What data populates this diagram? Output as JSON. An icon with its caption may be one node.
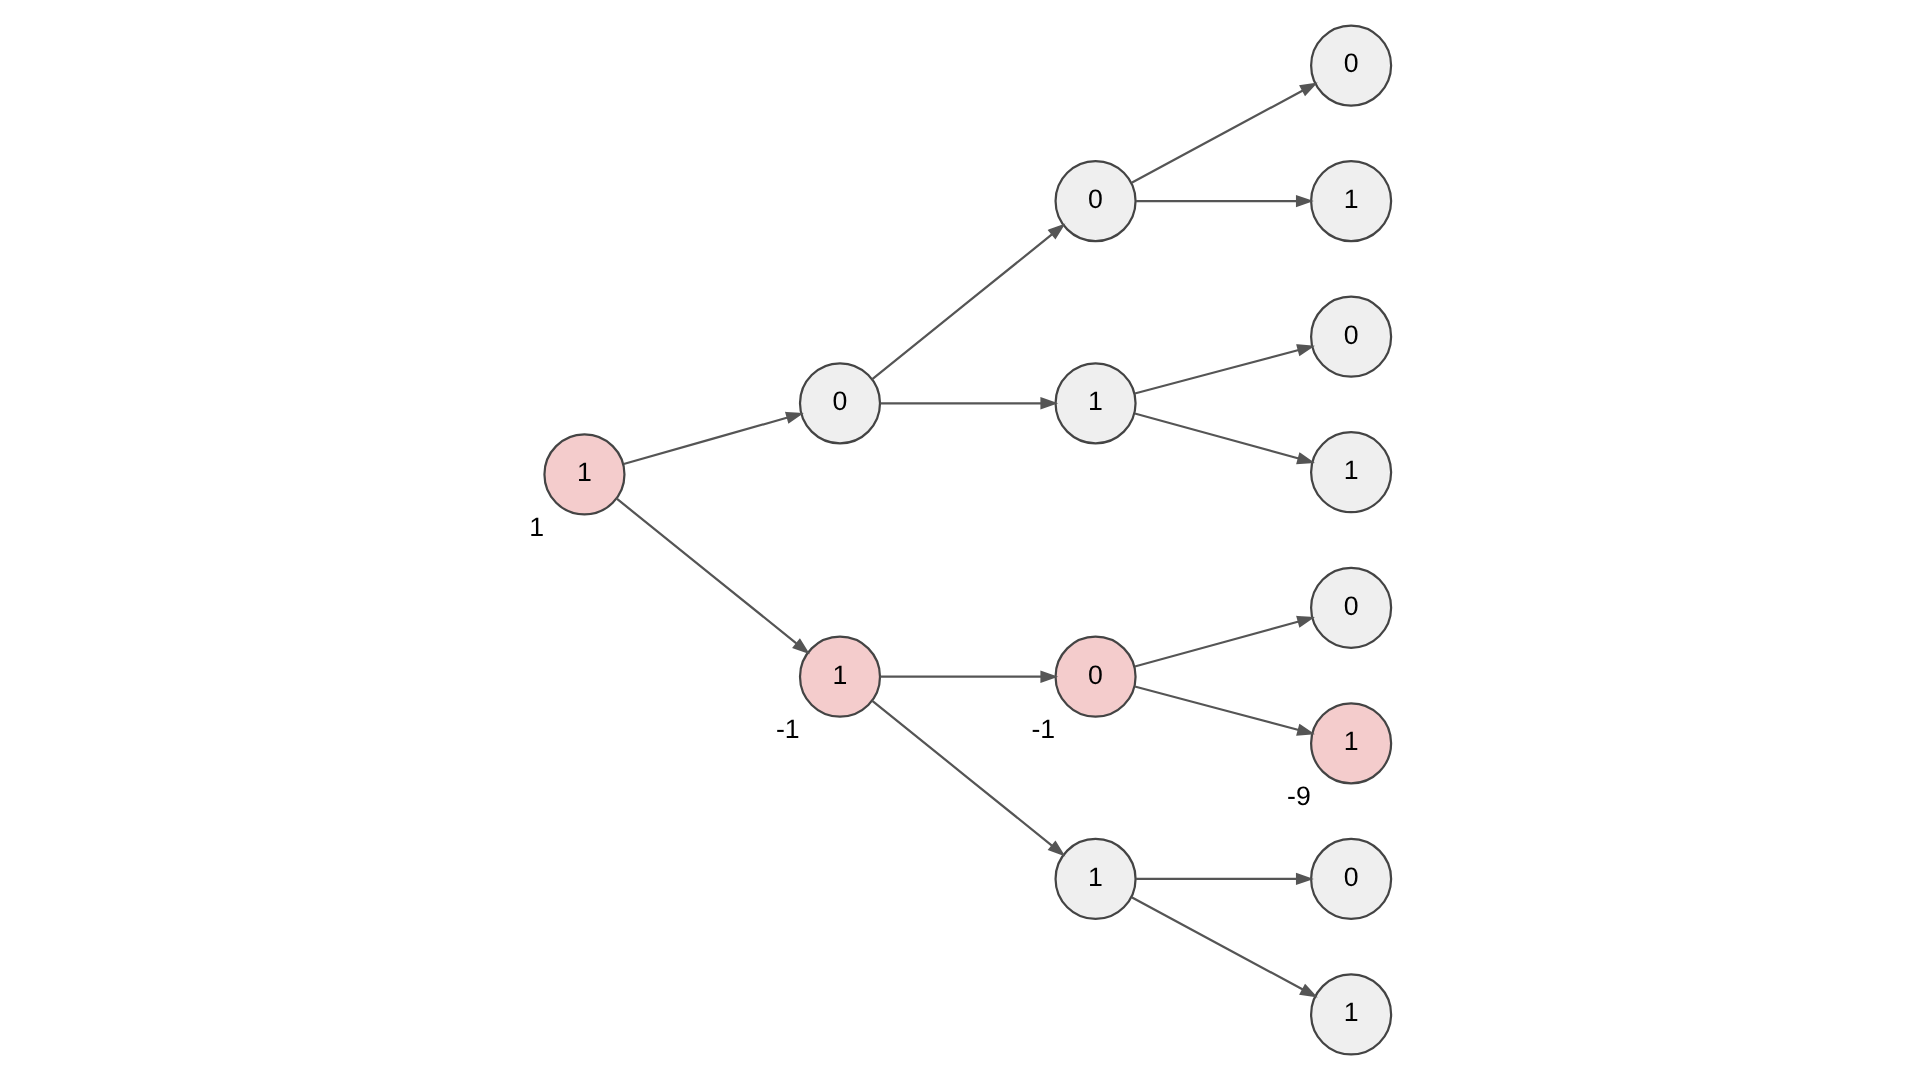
{
  "diagram": {
    "nodes": [
      {
        "text": [
          "1"
        ],
        "beside": [
          "1"
        ]
      },
      {
        "text": [
          "0"
        ]
      },
      {
        "text": [
          "1"
        ],
        "beside": [
          "-1"
        ]
      },
      {
        "text": [
          "0"
        ]
      },
      {
        "text": [
          "1"
        ]
      },
      {
        "text": [
          "0"
        ],
        "beside": [
          "-1"
        ]
      },
      {
        "text": [
          "1"
        ]
      },
      {
        "text": [
          "0"
        ]
      },
      {
        "text": [
          "1"
        ]
      },
      {
        "text": [
          "0"
        ]
      },
      {
        "text": [
          "1"
        ]
      },
      {
        "text": [
          "0"
        ]
      },
      {
        "text": [
          "1"
        ],
        "beside": [
          "-9"
        ]
      },
      {
        "text": [
          "0"
        ]
      },
      {
        "text": [
          "1"
        ]
      }
    ],
    "edges": [
      {
        "from": 0,
        "to": 1,
        "arrow": "to"
      },
      {
        "from": 0,
        "to": 2,
        "arrow": "to"
      },
      {
        "from": 1,
        "to": 3,
        "arrow": "to"
      },
      {
        "from": 1,
        "to": 4,
        "arrow": "to"
      },
      {
        "from": 2,
        "to": 5,
        "arrow": "to"
      },
      {
        "from": 2,
        "to": 6,
        "arrow": "to"
      },
      {
        "from": 3,
        "to": 7,
        "arrow": "to"
      },
      {
        "from": 3,
        "to": 8,
        "arrow": "to"
      },
      {
        "from": 4,
        "to": 9,
        "arrow": "to"
      },
      {
        "from": 4,
        "to": 10,
        "arrow": "to"
      },
      {
        "from": 5,
        "to": 11,
        "arrow": "to"
      },
      {
        "from": 5,
        "to": 12,
        "arrow": "to"
      },
      {
        "from": 6,
        "to": 13,
        "arrow": "to"
      },
      {
        "from": 6,
        "to": 14,
        "arrow": "to"
      }
    ]
  }
}
